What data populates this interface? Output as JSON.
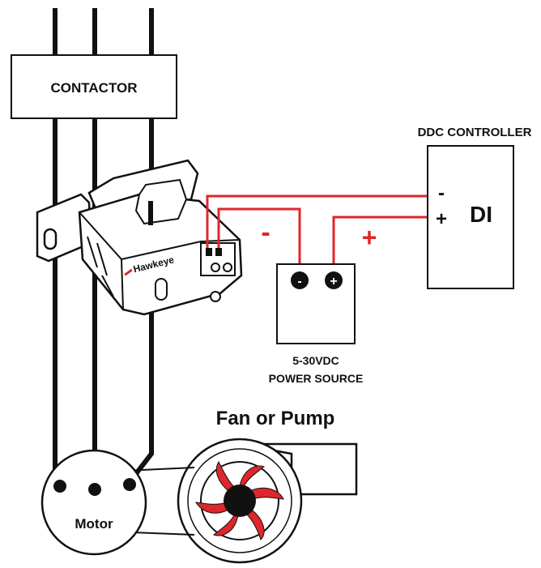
{
  "labels": {
    "contactor": "CONTACTOR",
    "ddc_controller": "DDC CONTROLLER",
    "ddc_minus": "-",
    "ddc_plus": "+",
    "ddc_input": "DI",
    "wire_minus": "-",
    "wire_plus": "+",
    "power_line1": "5-30VDC",
    "power_line2": "POWER SOURCE",
    "terminal_minus": "-",
    "terminal_plus": "+",
    "fan_or_pump": "Fan or Pump",
    "motor": "Motor",
    "sensor_brand": "Hawkeye"
  },
  "colors": {
    "wire_black": "#111111",
    "wire_red": "#e0262b",
    "sign_red": "#e0262b",
    "fan_blade": "#e0262b",
    "sensor_body": "#ffffff"
  }
}
